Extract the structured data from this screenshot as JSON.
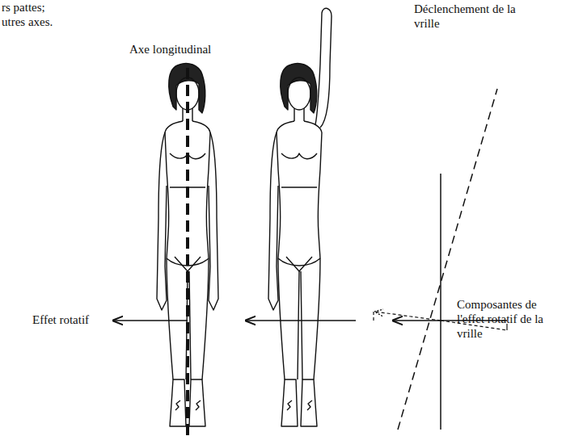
{
  "diagram": {
    "labels": [
      "rs pattes;",
      "utres axes.",
      "Axe longitudinal",
      "Déclenchement de la vrille",
      "Effet rotatif",
      "Composantes de l'effet rotatif de la vrille"
    ]
  }
}
